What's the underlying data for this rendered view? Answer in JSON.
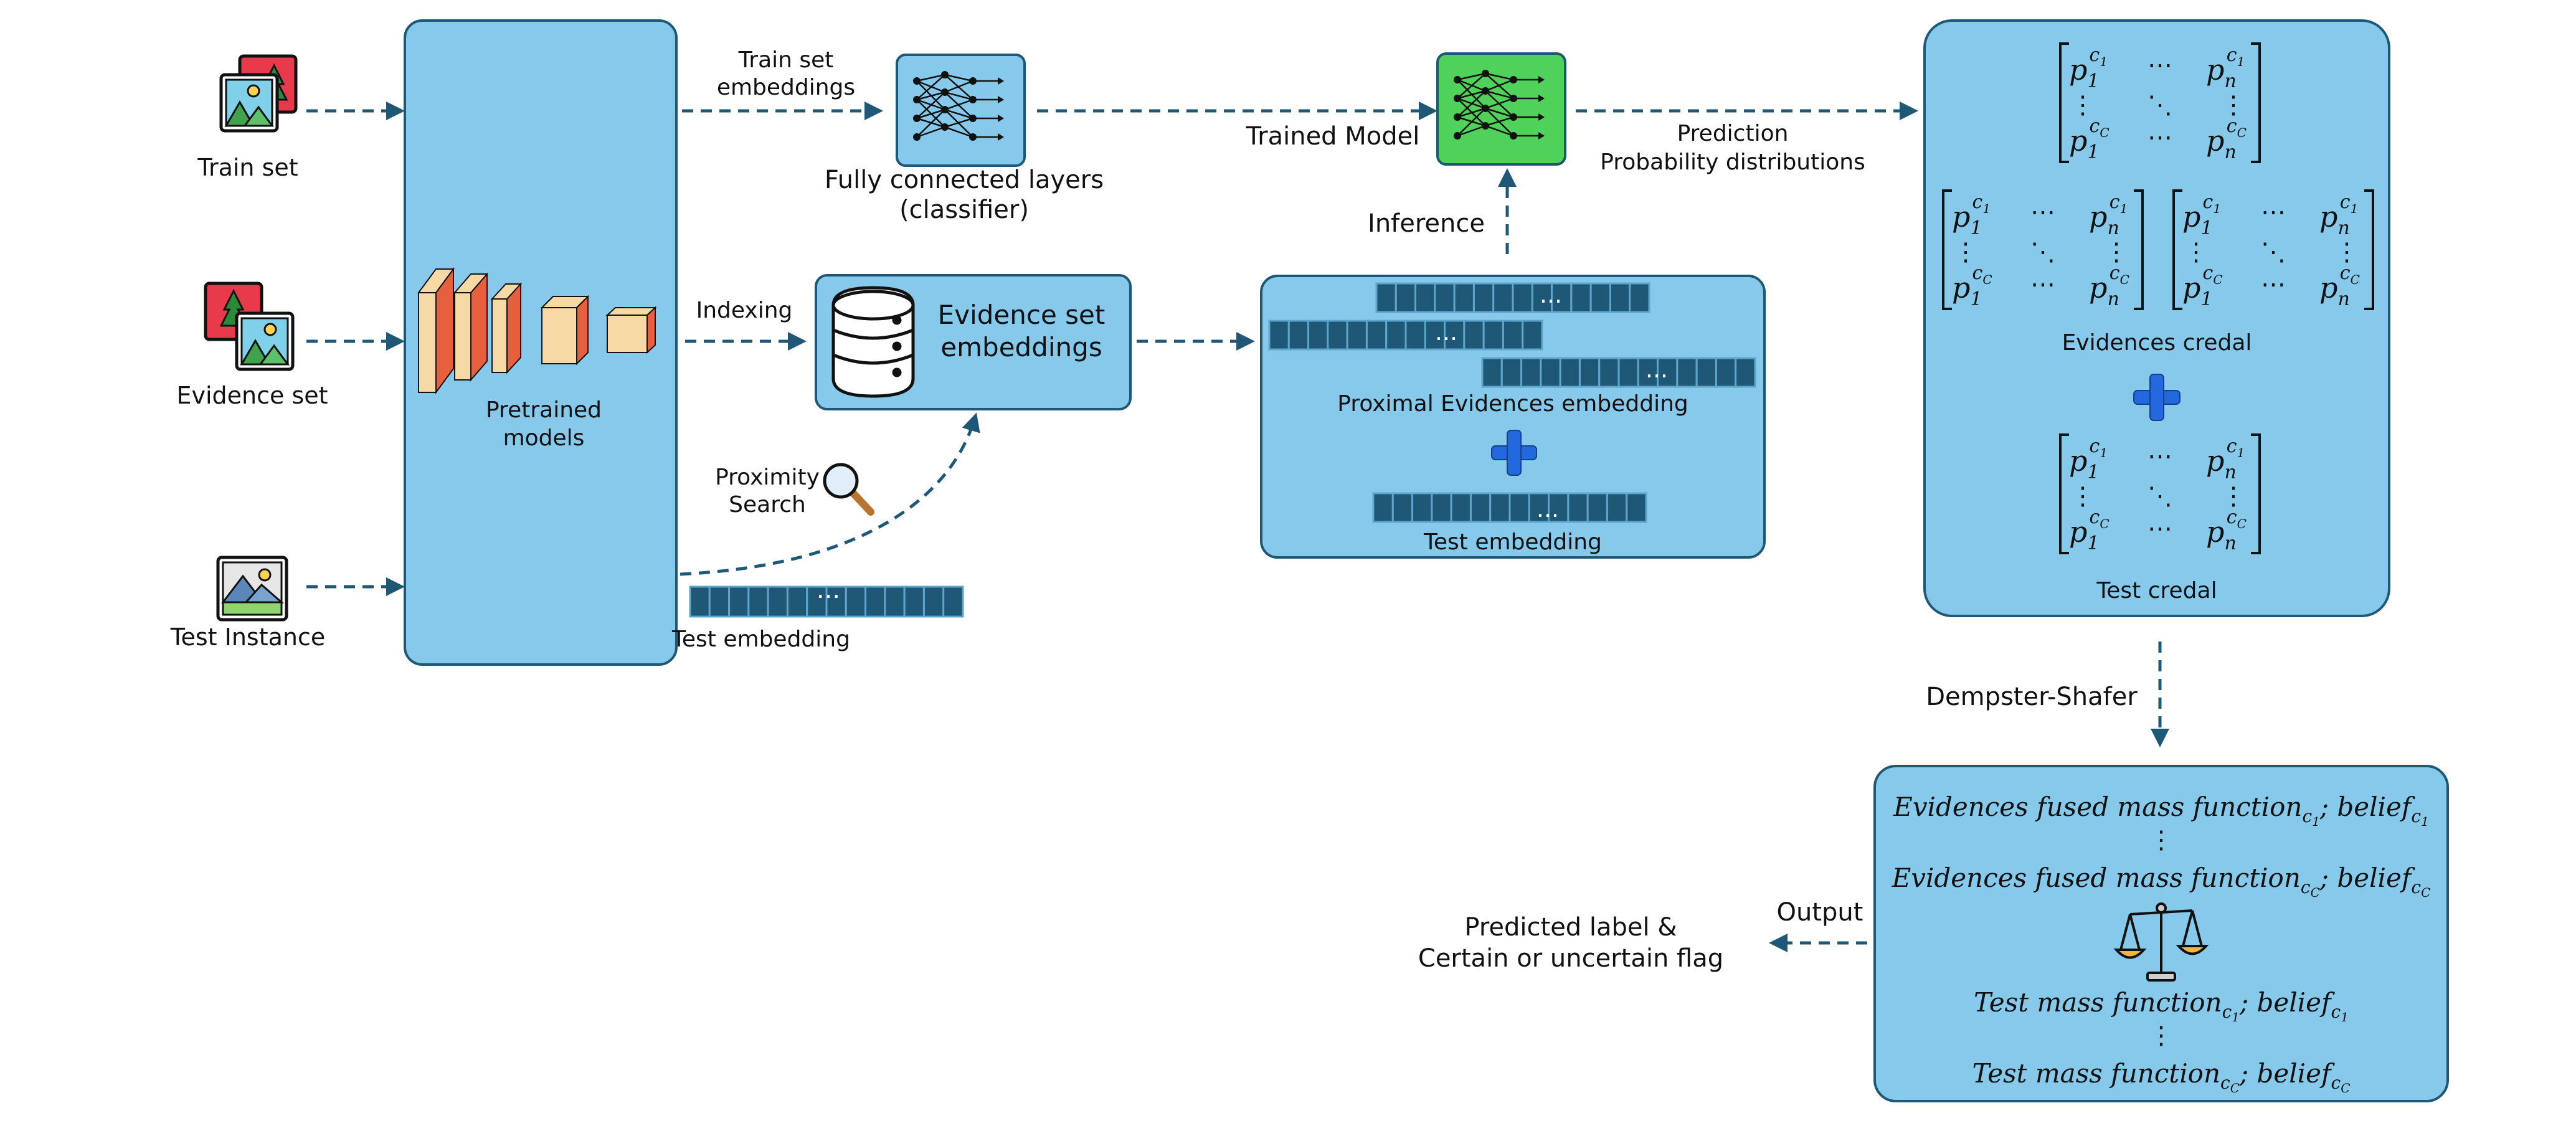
{
  "inputs": {
    "train": "Train set",
    "evidence": "Evidence set",
    "test": "Test Instance"
  },
  "pretrained": {
    "line1": "Pretrained",
    "line2": "models"
  },
  "edges": {
    "train_embeddings_line1": "Train set",
    "train_embeddings_line2": "embeddings",
    "indexing": "Indexing",
    "proximity_line1": "Proximity",
    "proximity_line2": "Search",
    "trained_model": "Trained Model",
    "prediction_line1": "Prediction",
    "prediction_line2": "Probability distributions",
    "inference": "Inference",
    "dempster": "Dempster-Shafer",
    "output": "Output"
  },
  "classifier": {
    "line1": "Fully connected layers",
    "line2": "(classifier)"
  },
  "evidence_db": {
    "line1": "Evidence set",
    "line2": "embeddings"
  },
  "embedding_dots": "...",
  "test_embedding": "Test embedding",
  "proximal": {
    "label": "Proximal Evidences embedding",
    "test_label": "Test embedding"
  },
  "credal": {
    "matrix_dots_h": "⋯",
    "matrix_dots_v": "⋮",
    "matrix_dots_d": "⋱",
    "entry_letter": "p",
    "sub_first": "1",
    "sub_last": "n",
    "sup_first": "c",
    "sup_first_sub": "1",
    "sup_last": "c",
    "sup_last_sub": "C",
    "evidences_label": "Evidences credal",
    "test_label": "Test credal"
  },
  "fusion": {
    "line1_main": "Evidences fused mass function",
    "line1_sep": "; belief",
    "line_sub1": "c",
    "line_sub1_sub": "1",
    "line_subC": "c",
    "line_subC_sub": "C",
    "vdots": "⋮",
    "test_main": "Test mass function",
    "test_sep": "; belief"
  },
  "result": {
    "line1": "Predicted label &",
    "line2": "Certain or uncertain flag"
  },
  "colors": {
    "panel": "#86c9eb",
    "border": "#1f5876",
    "trained": "#4fd15a",
    "plus": "#2468e0",
    "cell": "#1f5876"
  }
}
